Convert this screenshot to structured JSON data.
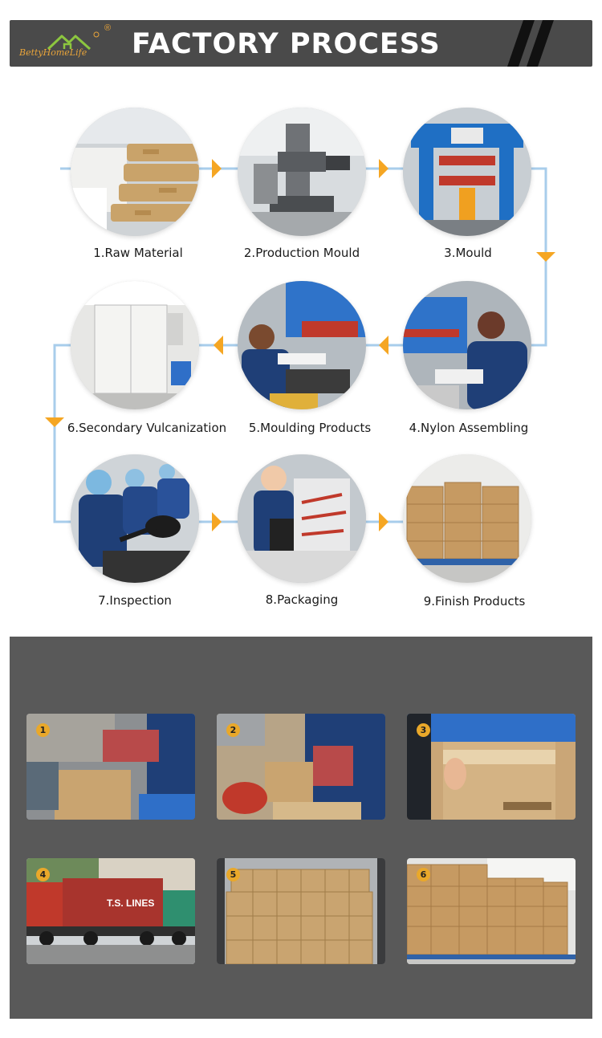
{
  "header": {
    "logo_text": "BettyHomeLife",
    "logo_registered": "®",
    "title": "FACTORY PROCESS"
  },
  "colors": {
    "header_bg": "#4a4a4a",
    "accent_orange": "#f5a623",
    "connector_blue": "#a8cdeb",
    "panel_bg": "#595959",
    "badge": "#e9a82a"
  },
  "steps": [
    {
      "label": "1.Raw Material",
      "photo": "raw-material-bags"
    },
    {
      "label": "2.Production Mould",
      "photo": "milling-machine"
    },
    {
      "label": "3.Mould",
      "photo": "blue-press-machine"
    },
    {
      "label": "4.Nylon Assembling",
      "photo": "worker-assembling"
    },
    {
      "label": "5.Moulding Products",
      "photo": "worker-moulding"
    },
    {
      "label": "6.Secondary Vulcanization",
      "photo": "oven-cabinet"
    },
    {
      "label": "7.Inspection",
      "photo": "workers-inspecting"
    },
    {
      "label": "8.Packaging",
      "photo": "worker-packaging"
    },
    {
      "label": "9.Finish Products",
      "photo": "carton-pallets"
    }
  ],
  "packing_steps": [
    {
      "number": "1",
      "photo": "packing-into-carton"
    },
    {
      "number": "2",
      "photo": "placing-products"
    },
    {
      "number": "3",
      "photo": "sealing-carton"
    },
    {
      "number": "4",
      "photo": "container-truck"
    },
    {
      "number": "5",
      "photo": "loaded-container"
    },
    {
      "number": "6",
      "photo": "stacked-cartons"
    }
  ],
  "truck_text": "T.S. LINES"
}
